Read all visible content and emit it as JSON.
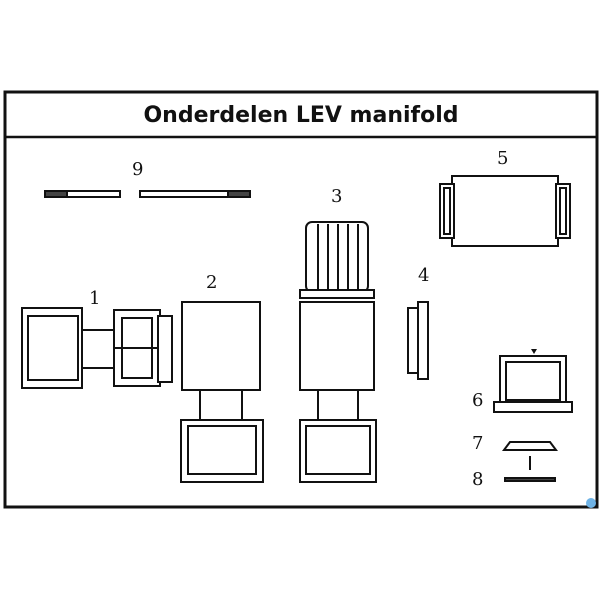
{
  "title": "Onderdelen LEV manifold",
  "part_labels": [
    "1",
    "2",
    "3",
    "4",
    "5",
    "6",
    "7",
    "8",
    "9"
  ],
  "colors": {
    "stroke": "#111111",
    "background": "#ffffff",
    "corner_dot": "#6fb3e6"
  }
}
